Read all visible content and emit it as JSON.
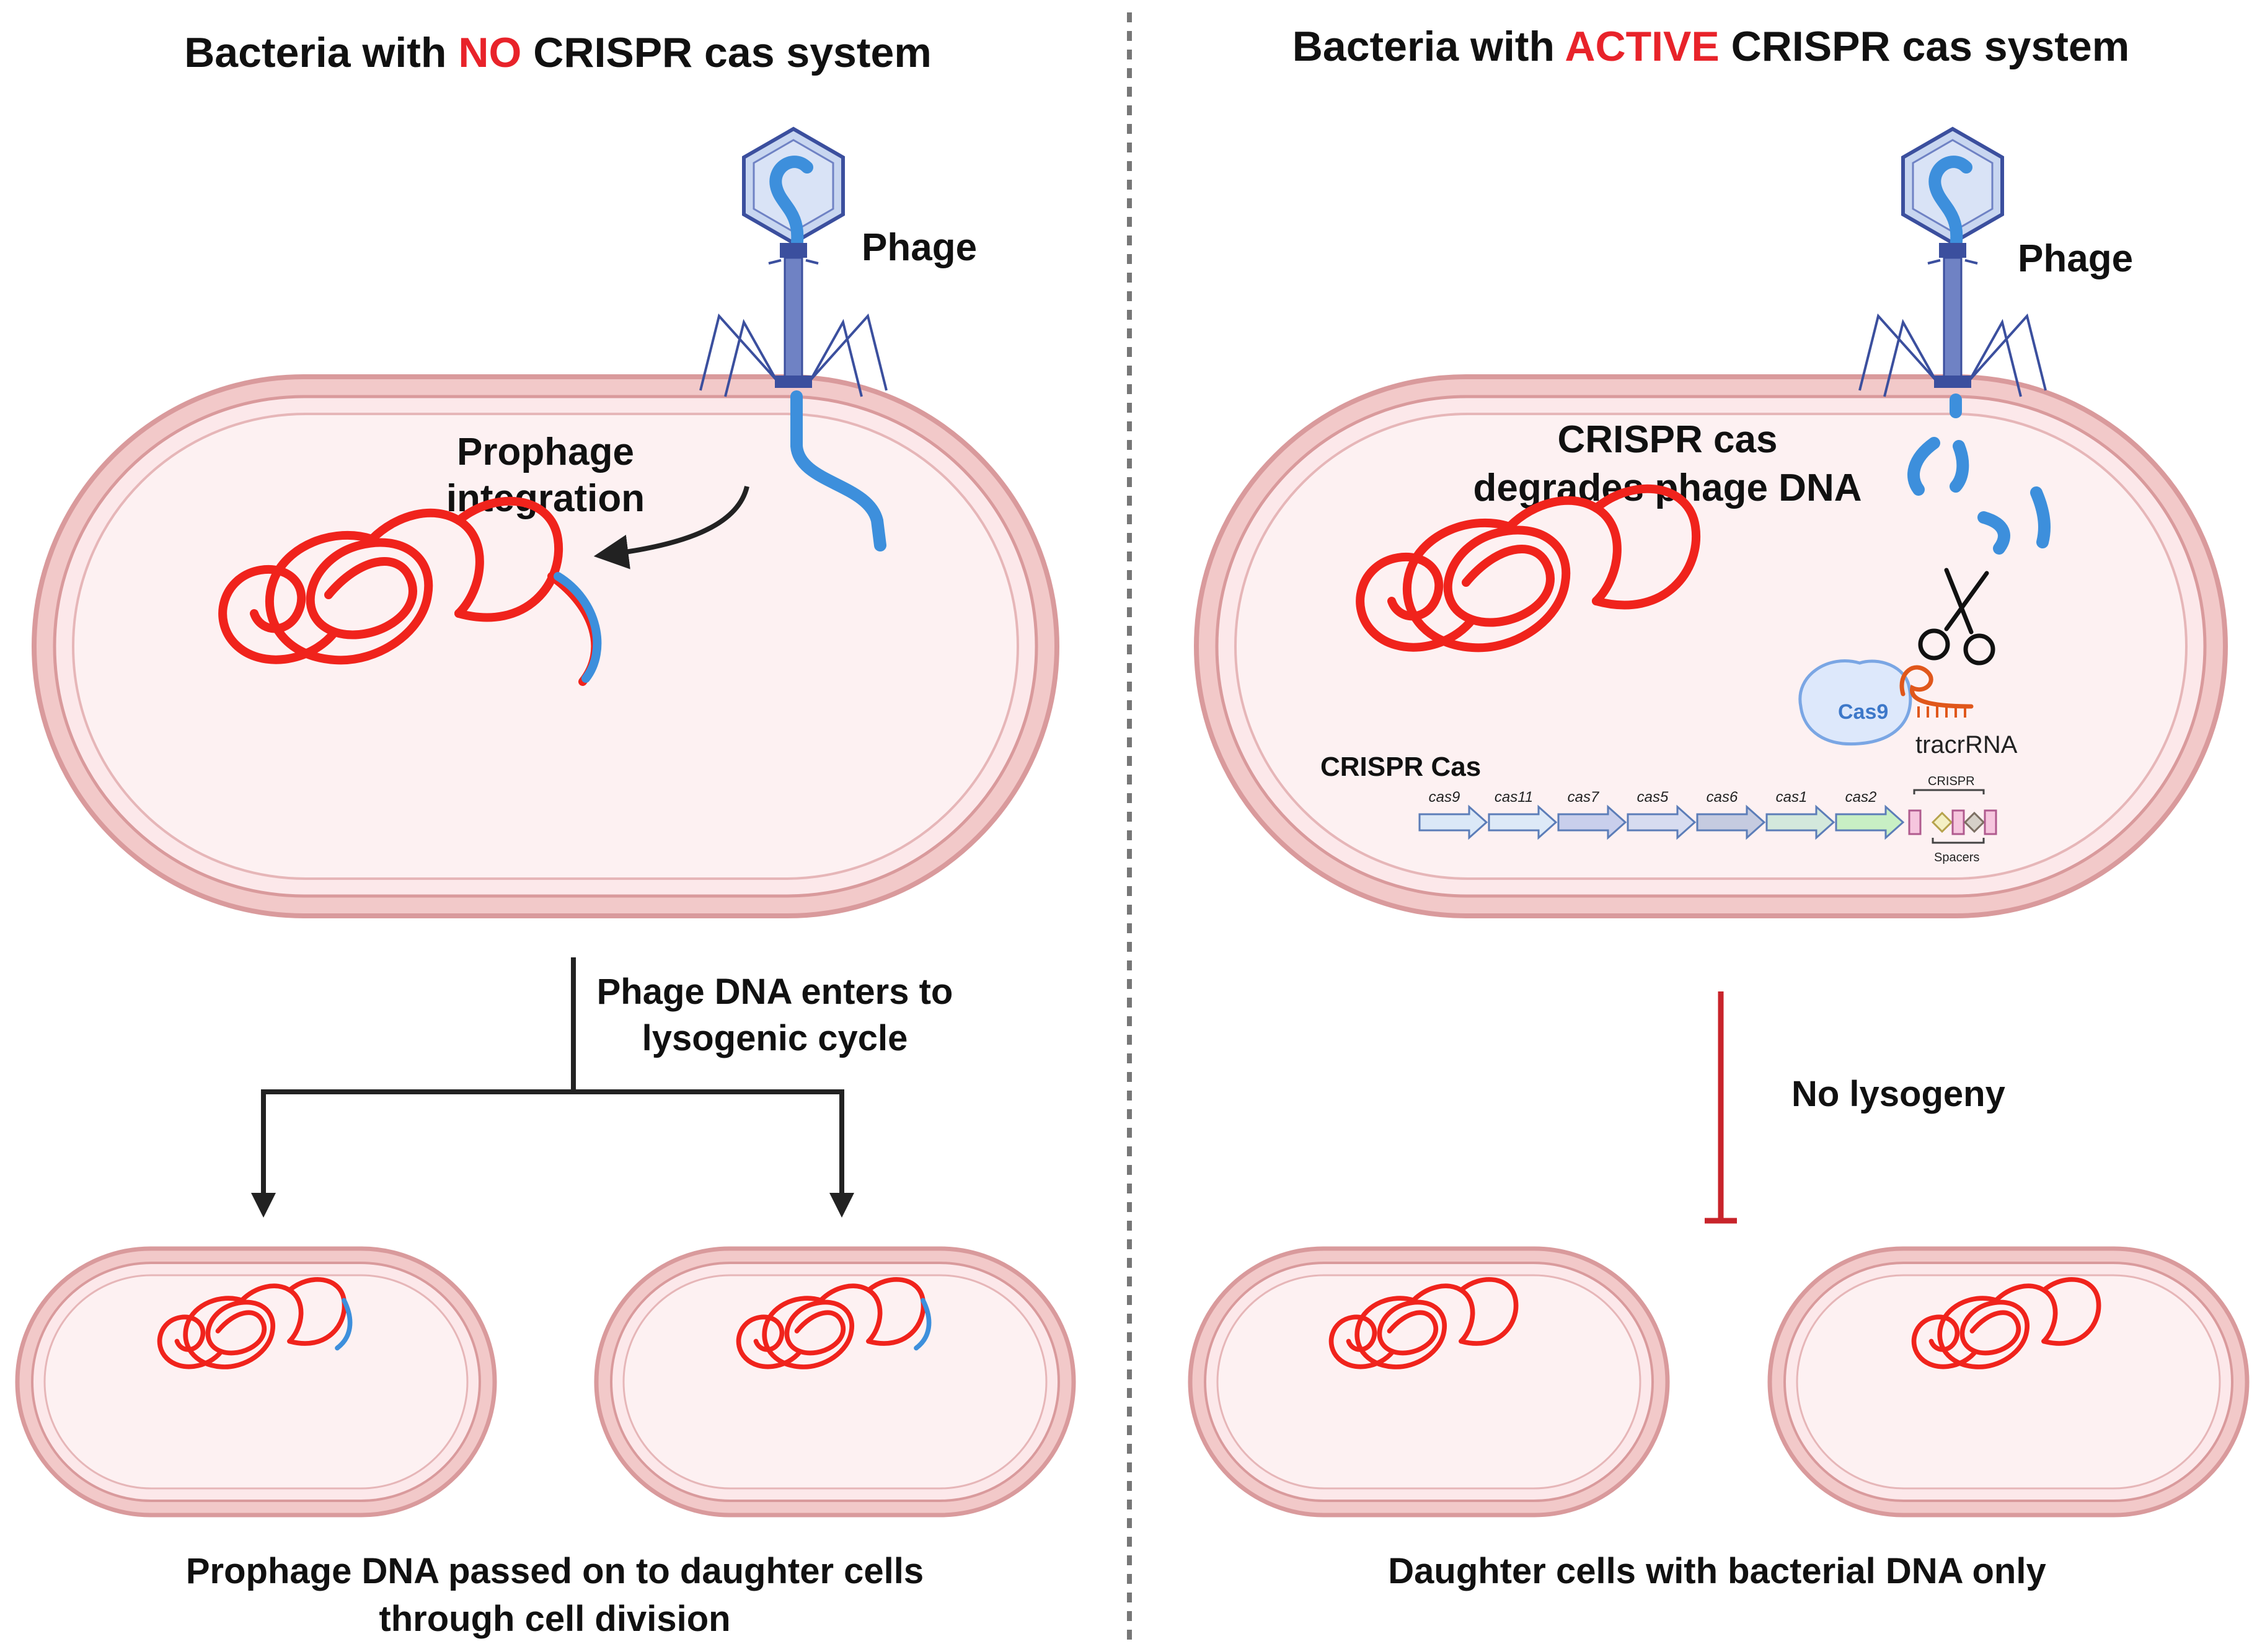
{
  "left_panel": {
    "title_prefix": "Bacteria with ",
    "title_highlight": "NO",
    "title_suffix": " CRISPR cas system",
    "phage_label": "Phage",
    "integration_label_line1": "Prophage",
    "integration_label_line2": "integration",
    "flow_label_line1": "Phage DNA enters to",
    "flow_label_line2": "lysogenic cycle",
    "caption_line1": "Prophage DNA passed on to daughter cells",
    "caption_line2": "through cell division"
  },
  "right_panel": {
    "title_prefix": "Bacteria with ",
    "title_highlight": "ACTIVE",
    "title_suffix": " CRISPR cas system",
    "phage_label": "Phage",
    "degrade_label_line1": "CRISPR cas",
    "degrade_label_line2": "degrades phage DNA",
    "cas9_label": "Cas9",
    "tracr_label": "tracrRNA",
    "locus_label": "CRISPR Cas",
    "genes": [
      "cas9",
      "cas11",
      "cas7",
      "cas5",
      "cas6",
      "cas1",
      "cas2"
    ],
    "crispr_array_label": "CRISPR",
    "spacers_label": "Spacers",
    "inhibit_label": "No lysogeny",
    "caption": "Daughter cells with bacterial DNA only"
  },
  "colors": {
    "highlight": "#e8232a",
    "cell_outer": "#f2c9c9",
    "cell_stroke": "#d99a9c",
    "cell_inner": "#fdf1f2",
    "bacterial_dna": "#f0231c",
    "phage_dna": "#3d8fdc",
    "phage_body": "#3b4f9e",
    "gene_colors": [
      "#dbe8f7",
      "#dde9f7",
      "#c9cfec",
      "#d7dcf0",
      "#c5cbe0",
      "#d3e8dc",
      "#c8efc4"
    ]
  }
}
